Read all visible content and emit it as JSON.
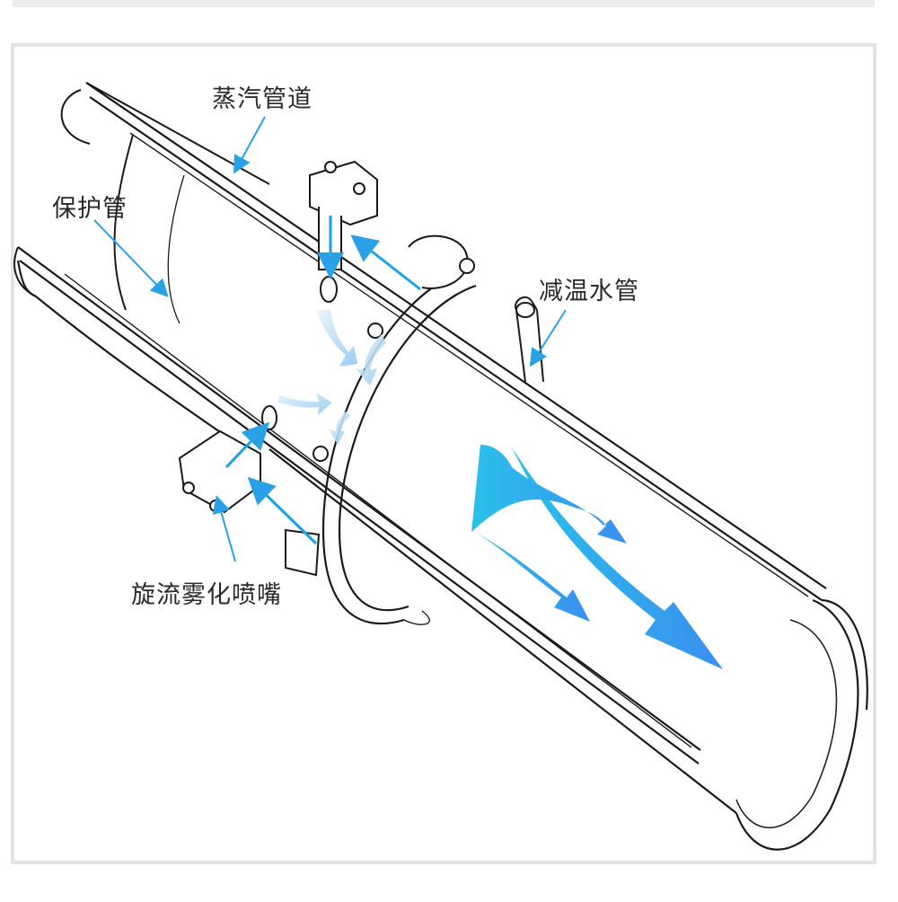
{
  "labels": {
    "steam_pipe": "蒸汽管道",
    "protective_tube": "保护管",
    "desuperheating_water_pipe": "减温水管",
    "swirl_atomizing_nozzle": "旋流雾化喷嘴"
  },
  "colors": {
    "outline": "#1a1a1a",
    "flow_arrow": "#1aa3e8",
    "flow_light": "#9fd4f4",
    "leader_line": "#29a1e6",
    "frame_border": "#e3e3e3"
  },
  "icons": {
    "nozzle": "nozzle-icon",
    "flow": "flow-arrow-icon"
  }
}
